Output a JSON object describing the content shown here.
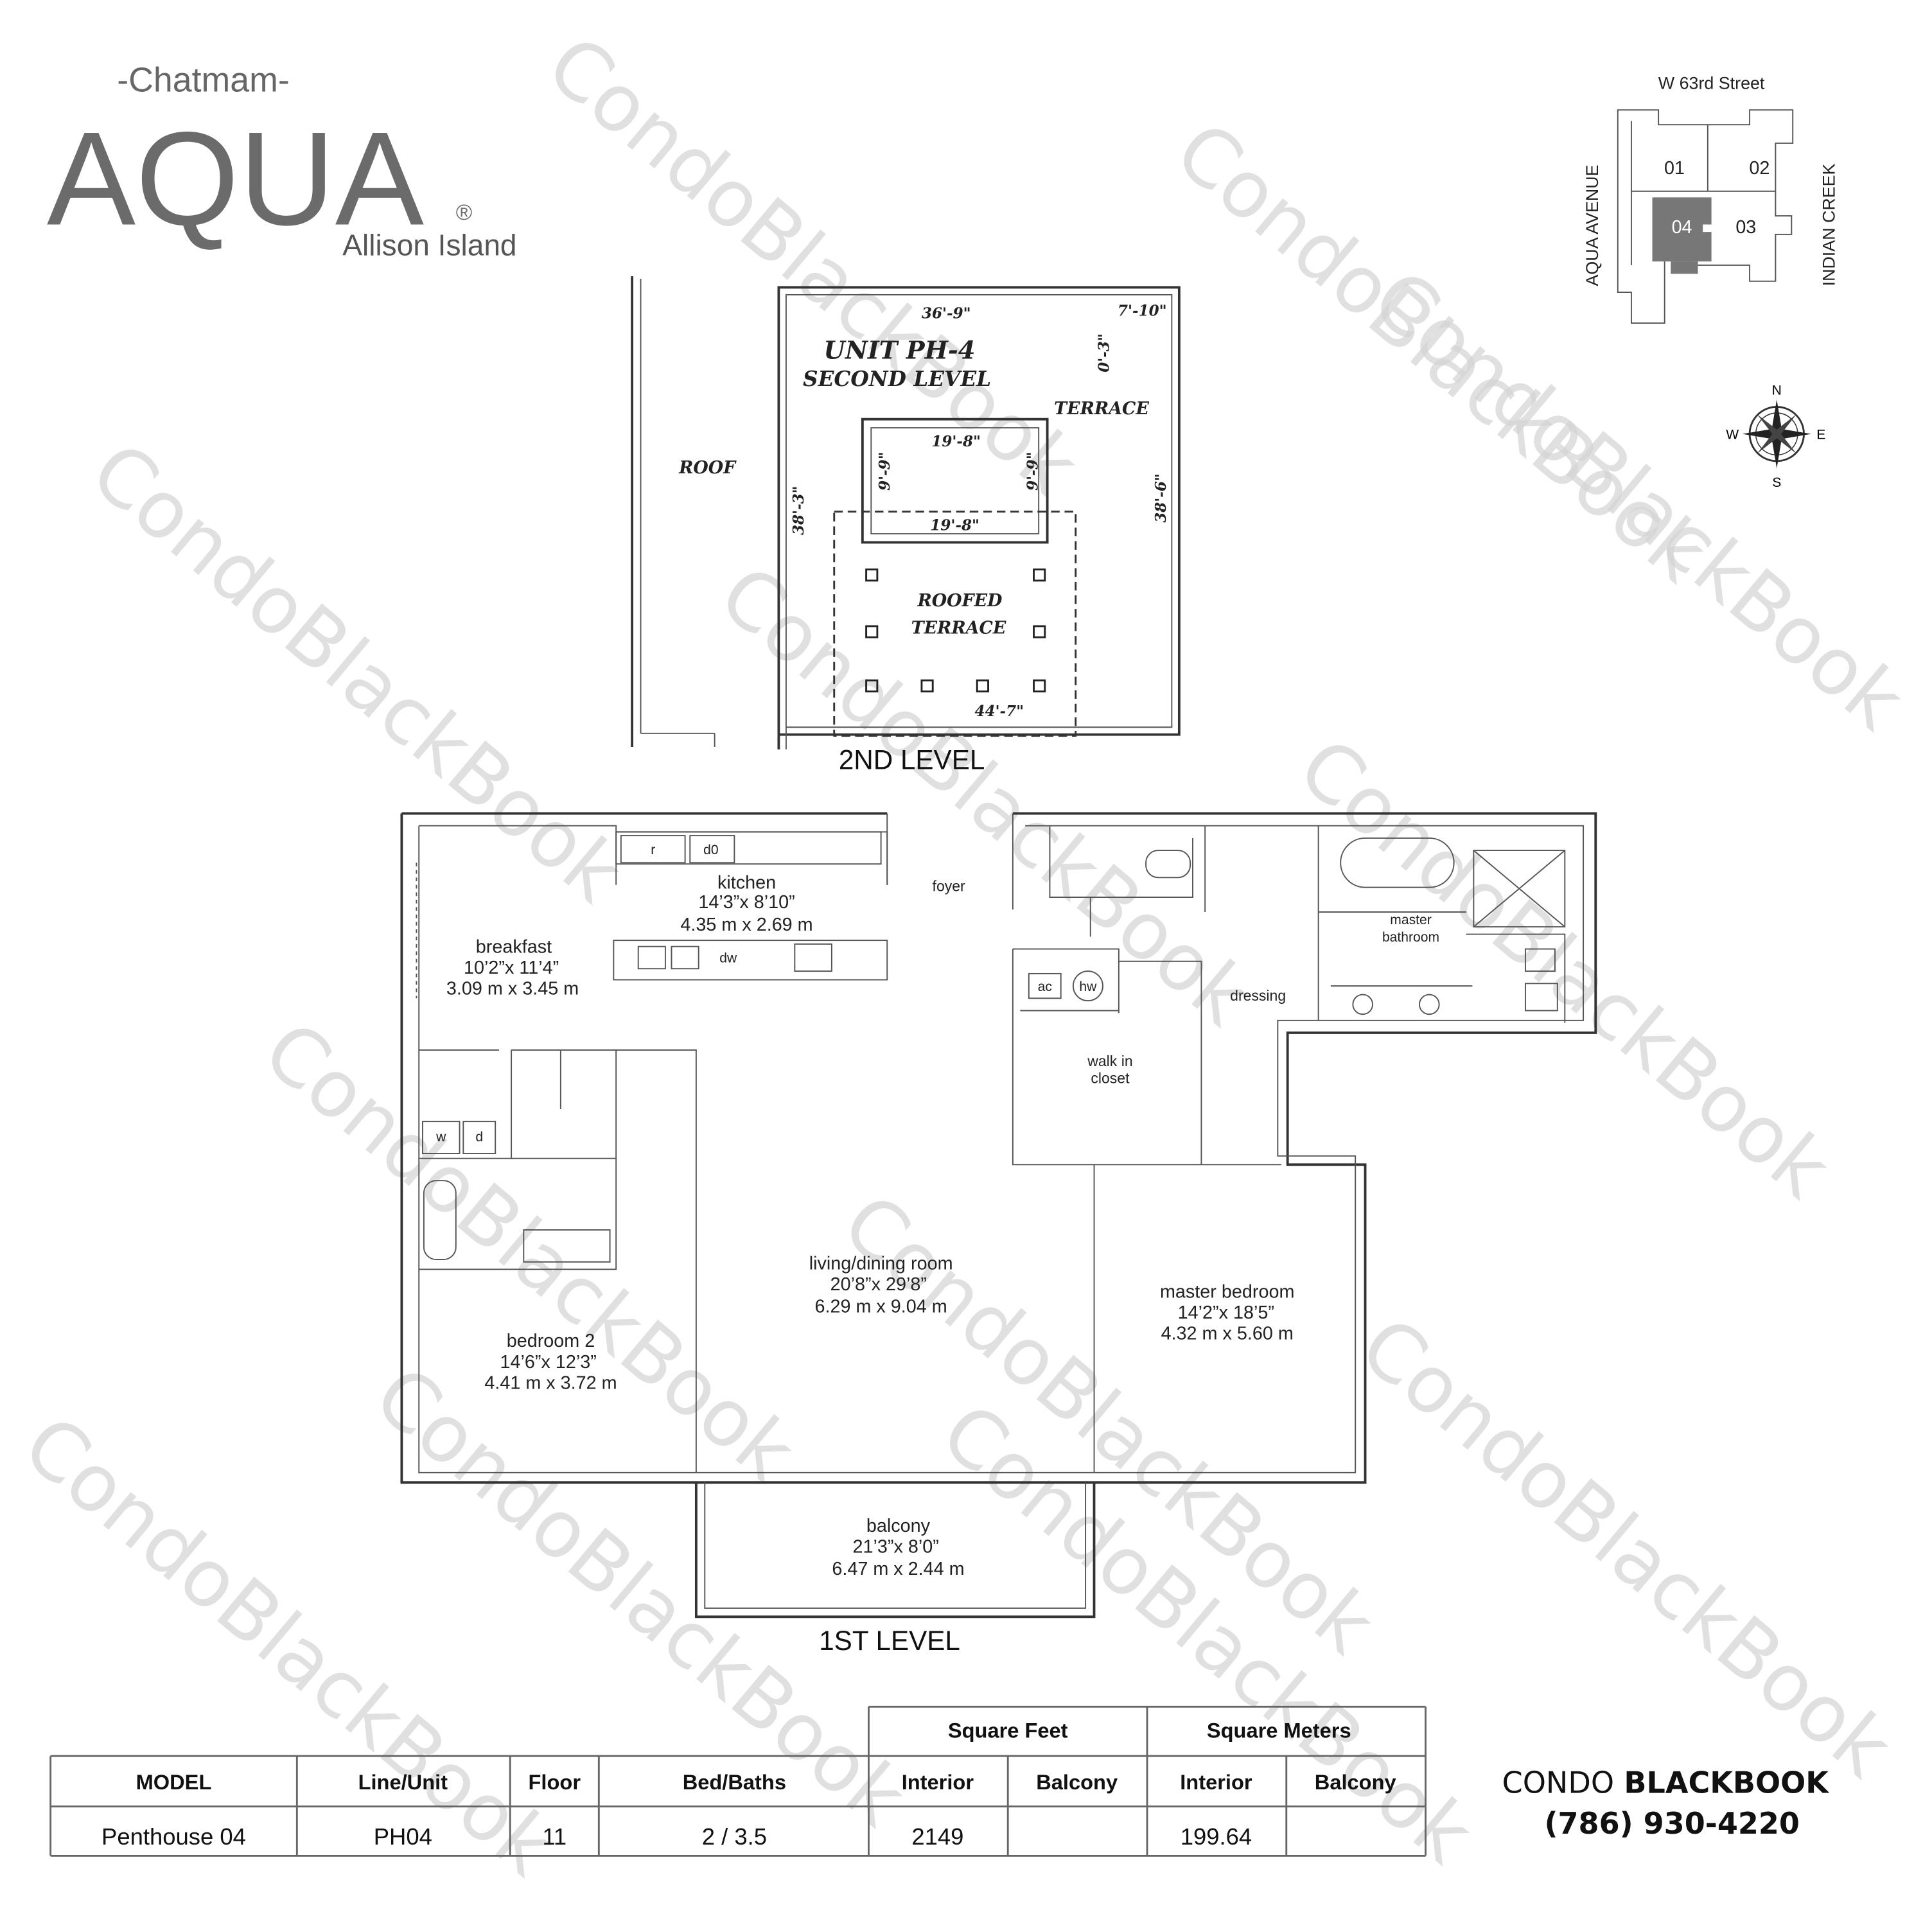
{
  "brand": {
    "subtitle": "-Chatmam-",
    "title": "AQUA",
    "registered": "®",
    "location": "Allison Island"
  },
  "watermark": "CondoBlackBook",
  "keyplan": {
    "street_top": "W 63rd Street",
    "street_left": "AQUA AVENUE",
    "street_right": "INDIAN CREEK",
    "units": [
      "01",
      "02",
      "04",
      "03"
    ],
    "highlighted_unit": "04",
    "highlight_color": "#777777"
  },
  "compass": {
    "n": "N",
    "s": "S",
    "e": "E",
    "w": "W"
  },
  "second_level": {
    "unit_title": "UNIT PH-4",
    "unit_subtitle": "SECOND LEVEL",
    "roof": "ROOF",
    "terrace": "TERRACE",
    "roofed_terrace_1": "ROOFED",
    "roofed_terrace_2": "TERRACE",
    "dims": {
      "top": "36'-9\"",
      "top_right": "7'-10\"",
      "right_small": "0'-3\"",
      "left": "38'-3\"",
      "right": "38'-6\"",
      "inner_top": "19'-8\"",
      "inner_bottom": "19'-8\"",
      "inner_left": "9'-9\"",
      "inner_right": "9'-9\"",
      "bottom": "44'-7\""
    },
    "label": "2ND LEVEL"
  },
  "first_level": {
    "label": "1ST LEVEL",
    "rooms": {
      "kitchen": {
        "name": "kitchen",
        "ft": "14’3”x 8’10”",
        "m": "4.35 m x 2.69 m"
      },
      "breakfast": {
        "name": "breakfast",
        "ft": "10’2”x 11’4”",
        "m": "3.09 m x 3.45 m"
      },
      "living": {
        "name": "living/dining room",
        "ft": "20’8”x 29’8”",
        "m": "6.29 m x 9.04 m"
      },
      "bedroom2": {
        "name": "bedroom 2",
        "ft": "14’6”x 12’3”",
        "m": "4.41 m x 3.72 m"
      },
      "master": {
        "name": "master bedroom",
        "ft": "14’2”x 18’5”",
        "m": "4.32 m x 5.60 m"
      },
      "balcony": {
        "name": "balcony",
        "ft": "21’3”x 8’0”",
        "m": "6.47 m x 2.44 m"
      }
    },
    "labels": {
      "foyer": "foyer",
      "dressing": "dressing",
      "walkin_1": "walk in",
      "walkin_2": "closet",
      "master_bath_1": "master",
      "master_bath_2": "bathroom",
      "r": "r",
      "d0": "d0",
      "dw": "dw",
      "ac": "ac",
      "hw": "hw",
      "w": "w",
      "d": "d"
    }
  },
  "table": {
    "group_headers": [
      "Square Feet",
      "Square Meters"
    ],
    "headers": [
      "MODEL",
      "Line/Unit",
      "Floor",
      "Bed/Baths",
      "Interior",
      "Balcony",
      "Interior",
      "Balcony"
    ],
    "row": [
      "Penthouse 04",
      "PH04",
      "11",
      "2 / 3.5",
      "2149",
      "",
      "199.64",
      ""
    ]
  },
  "contact": {
    "name_light": "CONDO",
    "name_bold": "BLACKBOOK",
    "phone": "(786) 930-4220"
  }
}
